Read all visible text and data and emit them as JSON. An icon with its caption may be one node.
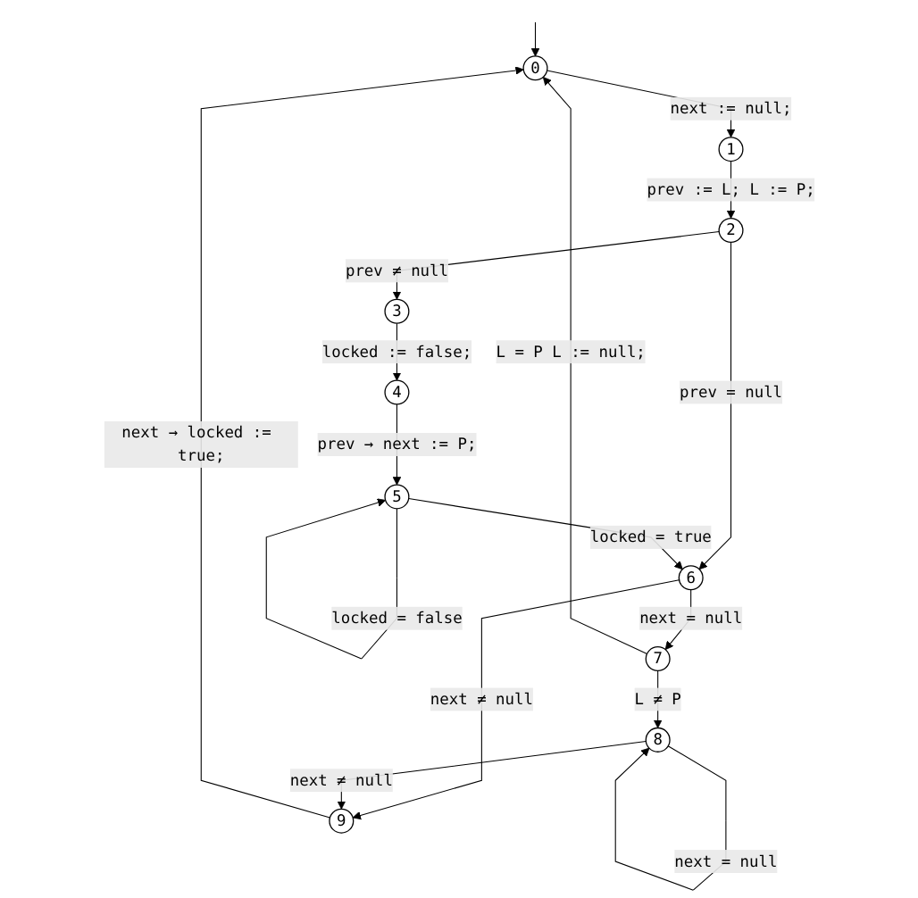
{
  "diagram": {
    "nodes": [
      {
        "text": [
          "0"
        ]
      },
      {
        "text": [
          "1"
        ]
      },
      {
        "text": [
          "2"
        ]
      },
      {
        "text": [
          "3"
        ]
      },
      {
        "text": [
          "4"
        ]
      },
      {
        "text": [
          "5"
        ]
      },
      {
        "text": [
          "6"
        ]
      },
      {
        "text": [
          "7"
        ]
      },
      {
        "text": [
          "8"
        ]
      },
      {
        "text": [
          "9"
        ]
      }
    ],
    "edges": [
      {
        "from": null,
        "to": 0,
        "arrow": "to"
      },
      {
        "from": 0,
        "to": 1,
        "arrow": "to",
        "label": "next := null;"
      },
      {
        "from": 1,
        "to": 2,
        "arrow": "to",
        "label": "prev := L; L := P;"
      },
      {
        "from": 2,
        "to": 3,
        "arrow": "to",
        "label": "prev ≠ null"
      },
      {
        "from": 2,
        "to": 6,
        "arrow": "to",
        "label": "prev = null"
      },
      {
        "from": 3,
        "to": 4,
        "arrow": "to",
        "label": "locked := false;"
      },
      {
        "from": 4,
        "to": 5,
        "arrow": "to",
        "label": "prev → next := P;"
      },
      {
        "from": 5,
        "to": 5,
        "arrow": "to",
        "label": "locked = false"
      },
      {
        "from": 5,
        "to": 6,
        "arrow": "to",
        "label": "locked = true"
      },
      {
        "from": 6,
        "to": 7,
        "arrow": "to",
        "label": "next = null"
      },
      {
        "from": 6,
        "to": 9,
        "arrow": "to",
        "label": "next ≠ null"
      },
      {
        "from": 7,
        "to": 8,
        "arrow": "to",
        "label": "L ≠ P"
      },
      {
        "from": 7,
        "to": 0,
        "arrow": "to",
        "label": "L = P L := null;"
      },
      {
        "from": 8,
        "to": 8,
        "arrow": "to",
        "label": "next = null"
      },
      {
        "from": 8,
        "to": 9,
        "arrow": "to",
        "label": "next ≠ null"
      },
      {
        "from": 9,
        "to": 0,
        "arrow": "to",
        "label": "next → locked := true;"
      }
    ]
  }
}
